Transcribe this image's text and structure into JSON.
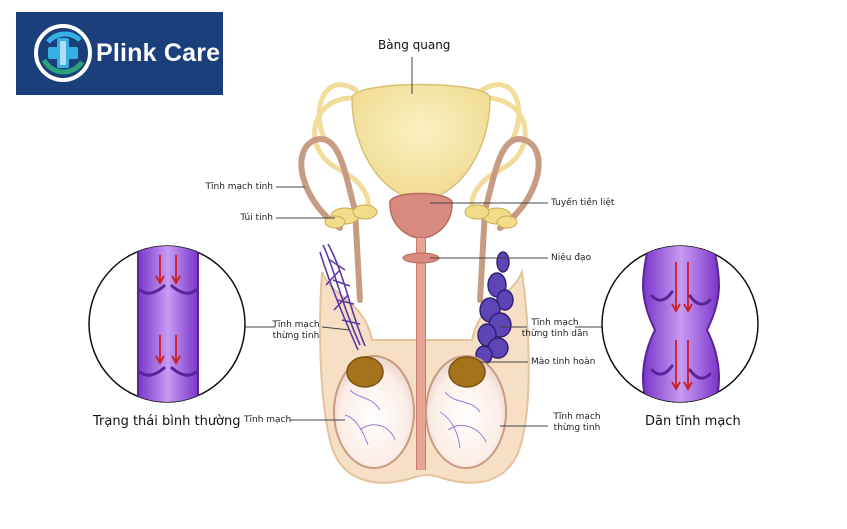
{
  "brand": {
    "name": "Plink Care",
    "logo_icon": "medical-cross-icon"
  },
  "labels": {
    "bladder": "Bàng quang",
    "spermatic_vein": "Tĩnh mạch tinh",
    "seminal_vesicle": "Túi tinh",
    "prostate": "Tuyến tiền liệt",
    "urethra": "Niệu đạo",
    "cord_vein_left_1": "Tĩnh mạch",
    "cord_vein_left_2": "thừng tinh",
    "dilated_cord_vein_1": "Tĩnh mạch",
    "dilated_cord_vein_2": "thừng tinh dãn",
    "testis_membrane": "Mào tinh hoàn",
    "vein": "Tĩnh mạch",
    "right_cord_vein_1": "Tĩnh mạch",
    "right_cord_vein_2": "thừng tinh"
  },
  "insets": {
    "normal": "Trạng thái bình thường",
    "dilated": "Dãn tĩnh mạch"
  },
  "colors": {
    "brand_bg": "#1a3f7a",
    "bladder": "#f7e6a6",
    "prostate": "#d98a7e",
    "vein_purple": "#a463e0",
    "flow_arrow": "#cc1f1f",
    "skin": "#f6dfc4"
  }
}
